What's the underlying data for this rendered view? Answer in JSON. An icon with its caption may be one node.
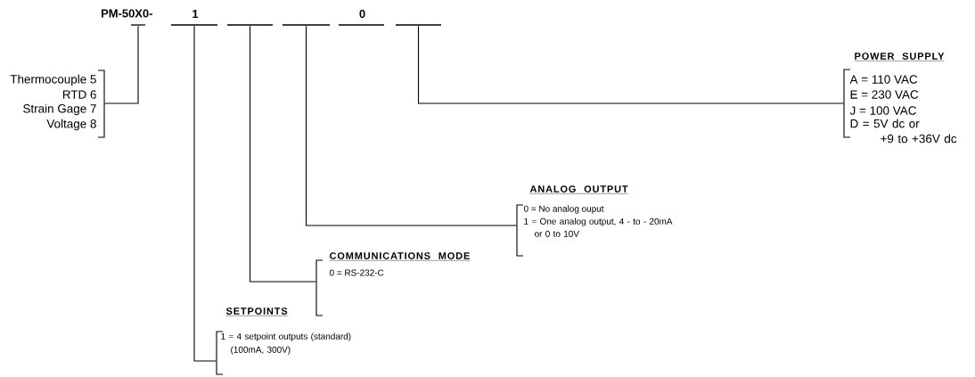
{
  "diagram": {
    "nodes": [
      {
        "text": [
          "PM-50X0-"
        ]
      },
      {
        "text": [],
        "shape": "bar"
      },
      {
        "text": [
          "1"
        ]
      },
      {
        "text": [],
        "shape": "bar"
      },
      {
        "text": [],
        "shape": "bar"
      },
      {
        "text": [
          "0"
        ]
      },
      {
        "text": [],
        "shape": "bar"
      },
      {
        "text": [
          "Thermocouple 5",
          "RTD 6",
          "Strain Gage 7",
          "Voltage 8"
        ]
      },
      {
        "text": [
          "POWER SUPPLY",
          "A = 110 VAC",
          "E = 230 VAC",
          "J = 100 VAC",
          "D = 5V dc or +9 to +36V dc"
        ]
      },
      {
        "text": [
          "ANALOG OUTPUT",
          "0 = No analog ouput",
          "1 = One analog output, 4 - to - 20mA or 0 to 10V"
        ]
      },
      {
        "text": [
          "COMMUNICATIONS MODE",
          "0 = RS-232-C"
        ]
      },
      {
        "text": [
          "SETPOINTS",
          "1 = 4 setpoint outputs (standard) (100mA, 300V)"
        ]
      }
    ],
    "edges": [
      {
        "from": 1,
        "to": 7,
        "arrow": "none"
      },
      {
        "from": 2,
        "to": 11,
        "arrow": "none"
      },
      {
        "from": 3,
        "to": 10,
        "arrow": "none"
      },
      {
        "from": 4,
        "to": 9,
        "arrow": "none"
      },
      {
        "from": 6,
        "to": 8,
        "arrow": "none"
      }
    ]
  }
}
